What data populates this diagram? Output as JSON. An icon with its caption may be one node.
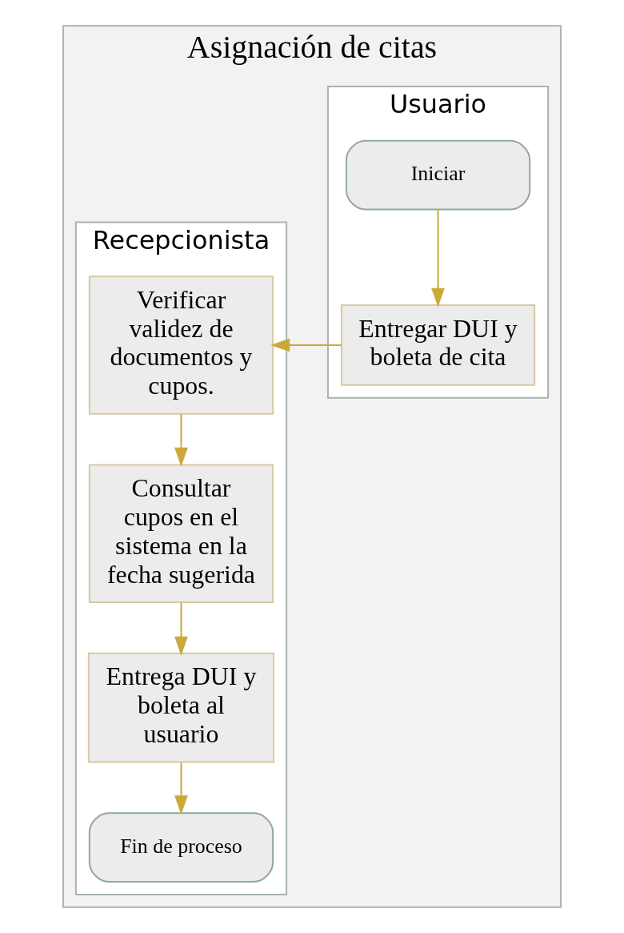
{
  "diagram": {
    "nodes": [
      {
        "text": [
          "Asignación de citas"
        ]
      },
      {
        "text": [
          "Usuario"
        ],
        "in": 0
      },
      {
        "text": [
          "Recepcionista"
        ],
        "in": 0
      },
      {
        "text": [
          "Iniciar"
        ],
        "in": 1
      },
      {
        "text": [
          "Entregar DUI y boleta de cita"
        ],
        "in": 1
      },
      {
        "text": [
          "Verificar validez de documentos y cupos."
        ],
        "in": 2
      },
      {
        "text": [
          "Consultar cupos en el sistema en la fecha sugerida"
        ],
        "in": 2
      },
      {
        "text": [
          "Entrega DUI y boleta al usuario"
        ],
        "in": 2
      },
      {
        "text": [
          "Fin de proceso"
        ],
        "in": 2
      }
    ],
    "edges": [
      {
        "from": 3,
        "to": 4,
        "arrow": "to"
      },
      {
        "from": 4,
        "to": 5,
        "arrow": "to"
      },
      {
        "from": 5,
        "to": 6,
        "arrow": "to"
      },
      {
        "from": 6,
        "to": 7,
        "arrow": "to"
      },
      {
        "from": 7,
        "to": 8,
        "arrow": "to"
      }
    ]
  }
}
